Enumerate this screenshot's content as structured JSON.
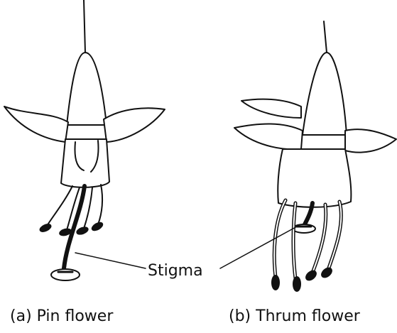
{
  "labels": {
    "stigma": "Stigma",
    "caption_a": "(a) Pin flower",
    "caption_b": "(b) Thrum flower"
  }
}
